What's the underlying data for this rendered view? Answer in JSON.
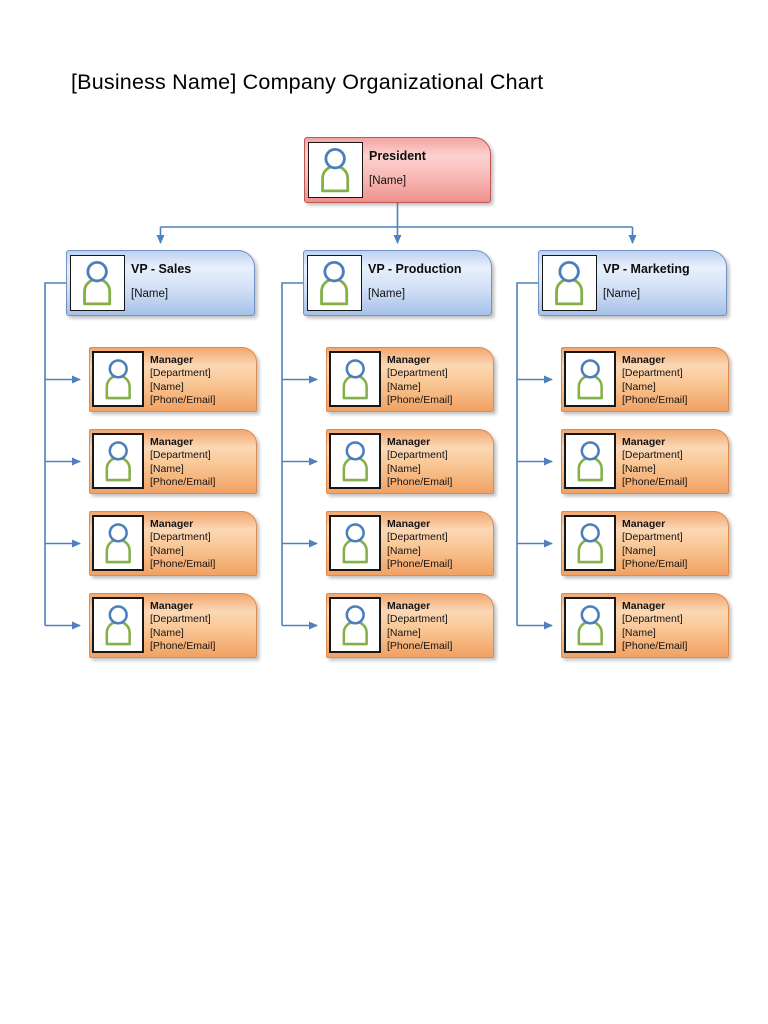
{
  "page": {
    "title": "[Business Name] Company Organizational Chart"
  },
  "org": {
    "president": {
      "title": "President",
      "name": "[Name]"
    },
    "vps": [
      {
        "title": "VP - Sales",
        "name": "[Name]",
        "managers": [
          {
            "title": "Manager",
            "department": "[Department]",
            "name": "[Name]",
            "contact": "[Phone/Email]"
          },
          {
            "title": "Manager",
            "department": "[Department]",
            "name": "[Name]",
            "contact": "[Phone/Email]"
          },
          {
            "title": "Manager",
            "department": "[Department]",
            "name": "[Name]",
            "contact": "[Phone/Email]"
          },
          {
            "title": "Manager",
            "department": "[Department]",
            "name": "[Name]",
            "contact": "[Phone/Email]"
          }
        ]
      },
      {
        "title": "VP - Production",
        "name": "[Name]",
        "managers": [
          {
            "title": "Manager",
            "department": "[Department]",
            "name": "[Name]",
            "contact": "[Phone/Email]"
          },
          {
            "title": "Manager",
            "department": "[Department]",
            "name": "[Name]",
            "contact": "[Phone/Email]"
          },
          {
            "title": "Manager",
            "department": "[Department]",
            "name": "[Name]",
            "contact": "[Phone/Email]"
          },
          {
            "title": "Manager",
            "department": "[Department]",
            "name": "[Name]",
            "contact": "[Phone/Email]"
          }
        ]
      },
      {
        "title": "VP - Marketing",
        "name": "[Name]",
        "managers": [
          {
            "title": "Manager",
            "department": "[Department]",
            "name": "[Name]",
            "contact": "[Phone/Email]"
          },
          {
            "title": "Manager",
            "department": "[Department]",
            "name": "[Name]",
            "contact": "[Phone/Email]"
          },
          {
            "title": "Manager",
            "department": "[Department]",
            "name": "[Name]",
            "contact": "[Phone/Email]"
          },
          {
            "title": "Manager",
            "department": "[Department]",
            "name": "[Name]",
            "contact": "[Phone/Email]"
          }
        ]
      }
    ]
  },
  "icons": {
    "person": "person-silhouette (blue head, green body)"
  },
  "colors": {
    "connector": "#4f81bd",
    "president_border": "#bf5654",
    "president_fill": "#f6b0ac",
    "vp_border": "#7191c7",
    "vp_fill": "#c3d6f2",
    "manager_border": "#dd8b4f",
    "manager_fill": "#f7c496",
    "icon_head": "#4a7ebc",
    "icon_body": "#84b04a",
    "title_text": "#000000",
    "page_background": "#ffffff"
  }
}
